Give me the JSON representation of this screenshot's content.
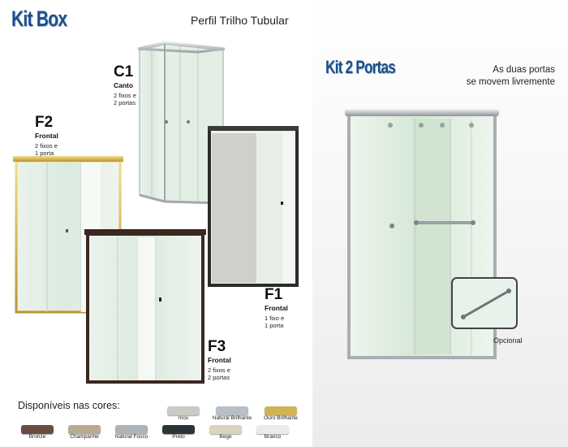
{
  "left": {
    "title": "Kit Box",
    "subtitle": "Perfil Trilho Tubular",
    "models": [
      {
        "code": "C1",
        "kind": "Canto",
        "desc": "2 fixos e\n2 portas"
      },
      {
        "code": "F2",
        "kind": "Frontal",
        "desc": "2 fixos e\n1 porta"
      },
      {
        "code": "F1",
        "kind": "Frontal",
        "desc": "1 fixo e\n1 porta"
      },
      {
        "code": "F3",
        "kind": "Frontal",
        "desc": "2 fixos e\n2 portas"
      }
    ],
    "colors_title": "Disponíveis nas cores:",
    "colors_row1": [
      {
        "name": "Inox",
        "color": "#c9cbc4"
      },
      {
        "name": "Natural Brilhante",
        "color": "#b9bfc6"
      },
      {
        "name": "Ouro Brilhante",
        "color": "#cfb25a"
      }
    ],
    "colors_row2": [
      {
        "name": "Bronze",
        "color": "#6b4a42"
      },
      {
        "name": "Champanhe",
        "color": "#b9ab8f"
      },
      {
        "name": "Natural Fosco",
        "color": "#aeb3b7"
      },
      {
        "name": "Preto",
        "color": "#2c3438"
      },
      {
        "name": "Bege",
        "color": "#d9d3c0"
      },
      {
        "name": "Branco",
        "color": "#e9ebec"
      }
    ]
  },
  "right": {
    "title": "Kit 2 Portas",
    "subtitle_line1": "As duas portas",
    "subtitle_line2": "se movem livremente",
    "optional_label": "Opcional"
  },
  "colors": {
    "title_blue": "#1e4f8a",
    "glass": "#e4efe6",
    "frame_silver": "#b7bcc0",
    "frame_gold": "#d9bf62",
    "frame_bronze": "#3b2820"
  }
}
